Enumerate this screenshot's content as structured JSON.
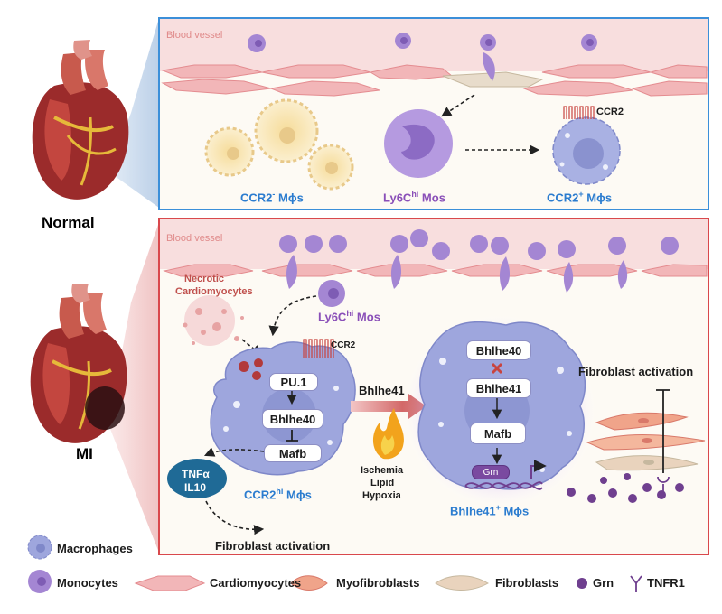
{
  "panels": {
    "normal": {
      "label": "Normal",
      "vessel_label": "Blood vessel",
      "ccr2_neg": {
        "main": "CCR2",
        "sup": "-",
        "tail": " Mϕs"
      },
      "ly6c": {
        "main": "Ly6C",
        "sup": "hi",
        "tail": " Mos"
      },
      "ccr2_pos": {
        "main": "CCR2",
        "sup": "+",
        "tail": " Mϕs"
      },
      "ccr2_receptor": "CCR2"
    },
    "mi": {
      "label": "MI",
      "vessel_label": "Blood vessel",
      "necrotic_line1": "Necrotic",
      "necrotic_line2": "Cardiomyocytes",
      "ly6c": {
        "main": "Ly6C",
        "sup": "hi",
        "tail": " Mos"
      },
      "ccr2_receptor": "CCR2",
      "node_pu1": "PU.1",
      "node_bhlhe40": "Bhlhe40",
      "node_mafb": "Mafb",
      "ccr2hi": {
        "main": "CCR2",
        "sup": "hi",
        "tail": " Mϕs"
      },
      "cytokine_line1": "TNFα",
      "cytokine_line2": "IL10",
      "fibro_activation_bottom": "Fibroblast activation",
      "arrow_label": "Bhlhe41",
      "stimuli": [
        "Ischemia",
        "Lipid",
        "Hypoxia"
      ],
      "right_bhlhe40": "Bhlhe40",
      "right_bhlhe41": "Bhlhe41",
      "right_mafb": "Mafb",
      "grn_gene": "Grn",
      "bhlhe41_pos": {
        "main": "Bhlhe41",
        "sup": "+",
        "tail": " Mϕs"
      },
      "fibro_activation_right": "Fibroblast activation"
    }
  },
  "legend": {
    "macrophages": "Macrophages",
    "monocytes": "Monocytes",
    "cardiomyocytes": "Cardiomyocytes",
    "myofibroblasts": "Myofibroblasts",
    "fibroblasts": "Fibroblasts",
    "grn": "Grn",
    "tnfr1": "TNFR1"
  },
  "colors": {
    "blue_label": "#2b7ccf",
    "purple_label": "#8a4fb8",
    "red_label": "#c0504d",
    "normal_border": "#3b8fd9",
    "mi_border": "#d9484c",
    "vessel_fill": "#f8dede",
    "cardiomyocyte": "#f2b6b8",
    "macrophage": "#9ea6dd",
    "monocyte": "#a486d3",
    "grn_dot": "#6f3f8f",
    "arrow_red": "#c44848",
    "cytokine_oval": "#1f6a96"
  }
}
